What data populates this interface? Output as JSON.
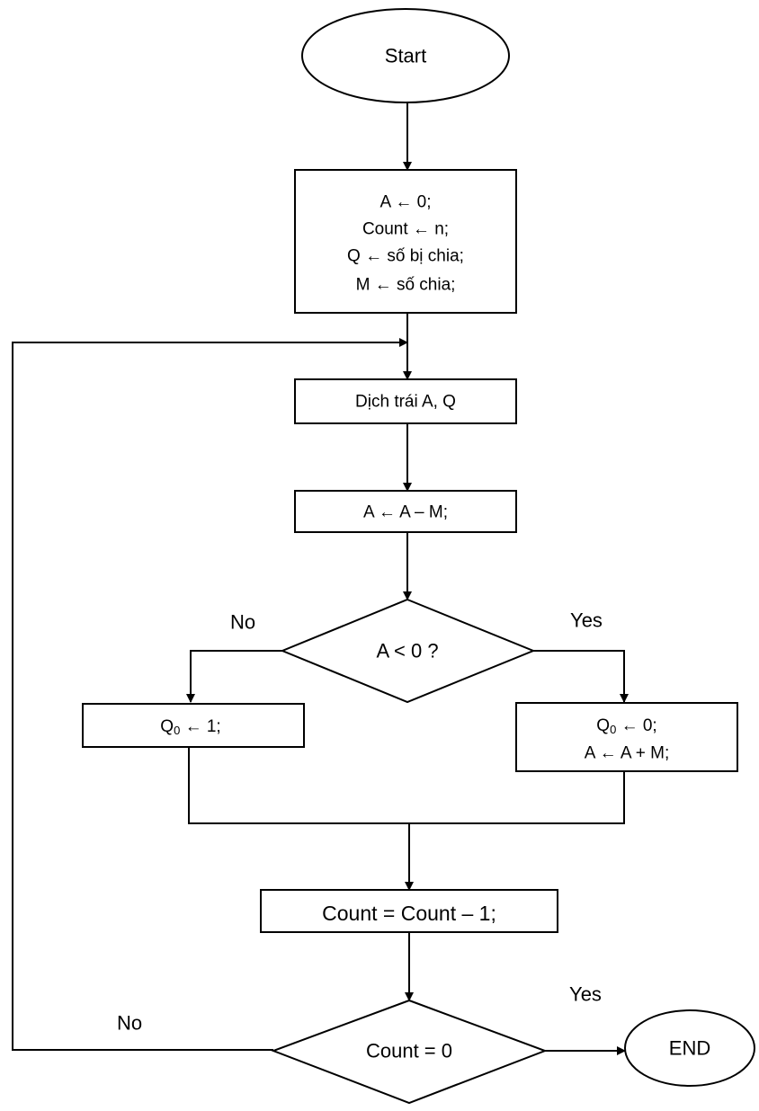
{
  "start": {
    "label": "Start"
  },
  "init": {
    "lines": [
      "A ← 0;",
      "Count ← n;",
      "Q ← số bị chia;",
      "M ← số chia;"
    ]
  },
  "shift": {
    "label": "Dịch trái A, Q"
  },
  "subtract": {
    "label": "A ← A – M;"
  },
  "decision_sign": {
    "label": "A < 0 ?",
    "no_label": "No",
    "yes_label": "Yes"
  },
  "set_one": {
    "q": "Q",
    "sub": "0",
    "rest": " ← 1;"
  },
  "set_zero": {
    "q": "Q",
    "sub": "0",
    "rest": " ← 0;",
    "line2": "A ← A + M;"
  },
  "decrement": {
    "label": "Count = Count – 1;"
  },
  "decision_count": {
    "label": "Count = 0",
    "no_label": "No",
    "yes_label": "Yes"
  },
  "end": {
    "label": "END"
  }
}
